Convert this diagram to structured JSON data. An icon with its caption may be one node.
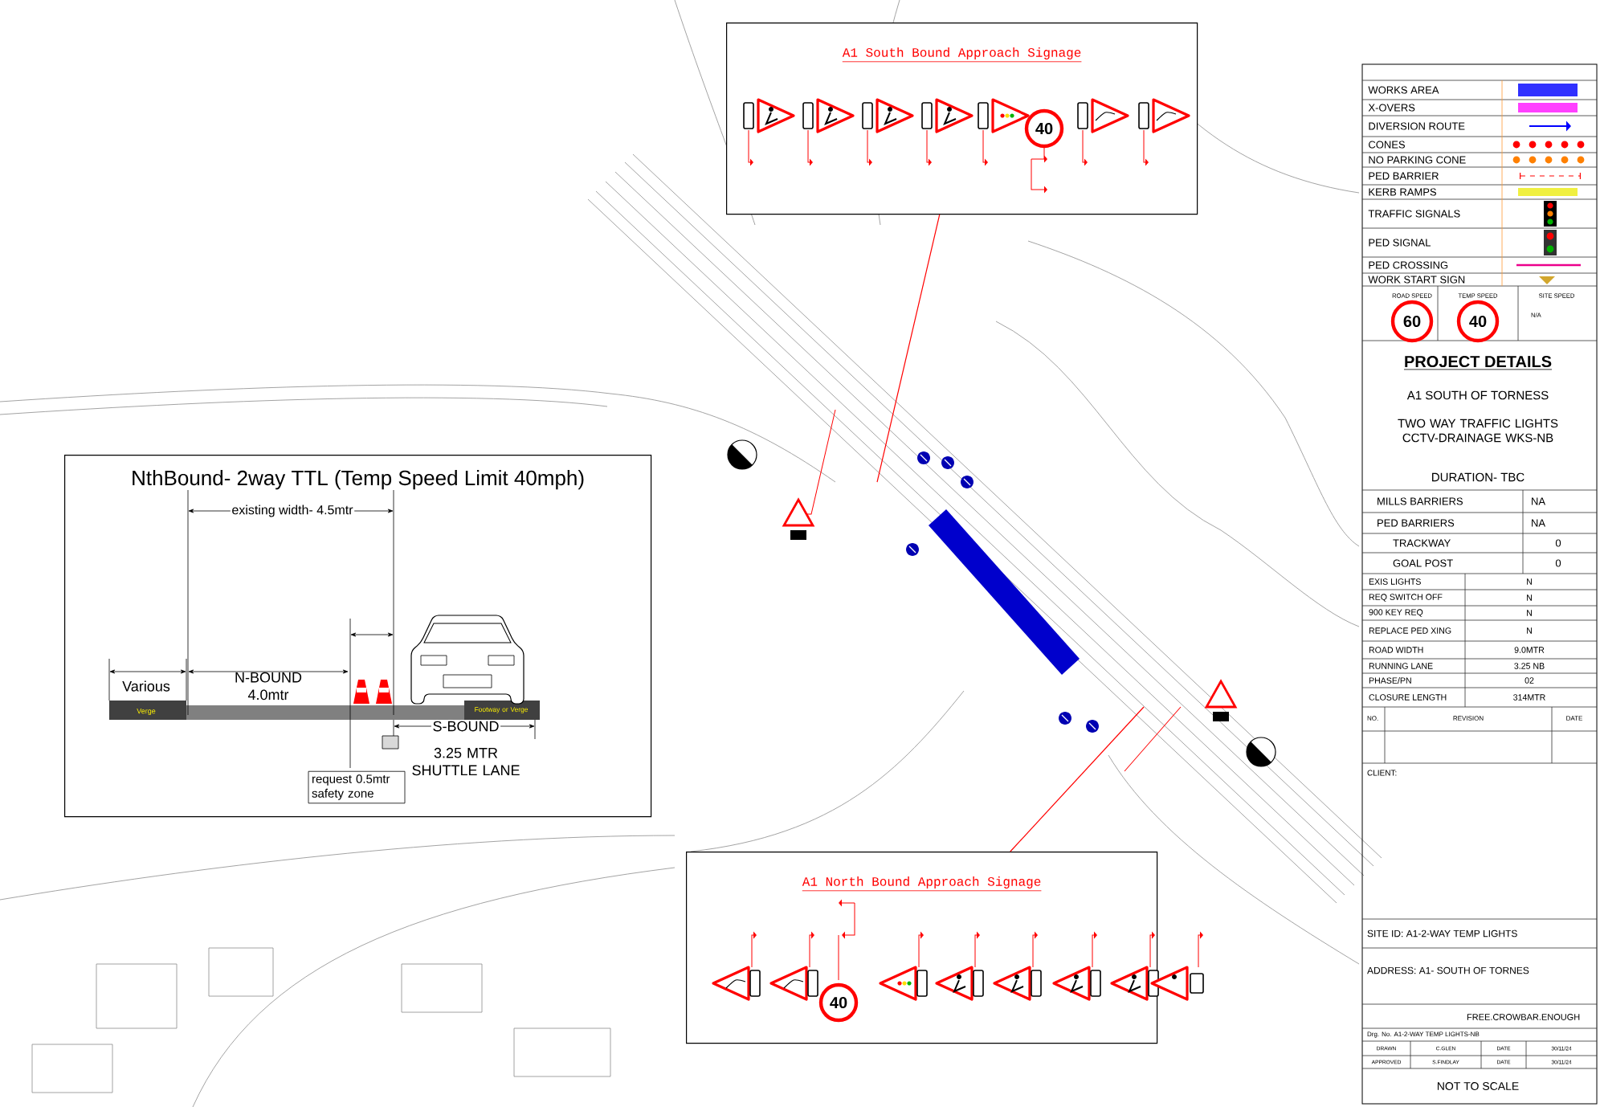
{
  "diagram": {
    "nodes": [
      {
        "text": [
          "NthBound- 2way TTL  (Temp Speed Limit 40mph)"
        ]
      },
      {
        "text": [
          "request 0.5mtr safety zone"
        ],
        "in": 0
      },
      {
        "text": [
          "A1 South Bound Approach Signage"
        ]
      },
      {
        "text": [
          "A1 North Bound Approach Signage"
        ]
      }
    ],
    "edges": [
      {
        "from": 2,
        "to": null,
        "arrow": "none",
        "color": "#ff0000"
      },
      {
        "from": 3,
        "to": null,
        "arrow": "none",
        "color": "#ff0000"
      }
    ],
    "labels": [
      "ROAD SPEED",
      "60",
      "TEMP SPEED",
      "40",
      "SITE SPEED",
      "N/A",
      "PROJECT DETAILS",
      "A1 SOUTH OF TORNESS",
      "TWO WAY TRAFFIC LIGHTS CCTV-DRAINAGE WKS-NB",
      "DURATION- TBC",
      "MILLS BARRIERS",
      "NA",
      "PED BARRIERS",
      "NA",
      "TRACKWAY",
      "0",
      "GOAL POST",
      "0",
      "EXIS LIGHTS",
      "N",
      "REQ SWITCH OFF",
      "N",
      "900 KEY REQ",
      "N",
      "REPLACE PED XING",
      "N",
      "ROAD WIDTH",
      "9.0MTR",
      "RUNNING LANE",
      "3.25 NB",
      "PHASE/PN",
      "02",
      "CLOSURE LENGTH",
      "314MTR",
      "NO.",
      "REVISION",
      "DATE",
      "CLIENT:",
      "SITE ID: A1-2-WAY TEMP LIGHTS",
      "ADDRESS: A1- SOUTH OF TORNES",
      "FREE.CROWBAR.ENOUGH",
      "Drg. No. A1-2-WAY TEMP LIGHTS-NB",
      "DRAWN",
      "C.GLEN",
      "DATE",
      "30/11/24",
      "APPROVED",
      "S.FINDLAY",
      "DATE",
      "30/11/24",
      "NOT TO SCALE",
      "existing width- 4.5mtr",
      "Various",
      "Verge",
      "N-BOUND 4.0mtr",
      "Footway or Verge",
      "S-BOUND",
      "3.25 MTR SHUTTLE LANE",
      "40",
      "40"
    ],
    "legend": [
      {
        "text": "WORKS AREA",
        "color": "#3030ff"
      },
      {
        "text": "X-OVERS",
        "color": "#ff40ff"
      },
      {
        "text": "DIVERSION ROUTE"
      },
      {
        "text": "CONES"
      },
      {
        "text": "NO PARKING CONE"
      },
      {
        "text": "PED BARRIER"
      },
      {
        "text": "KERB RAMPS",
        "color": "#f0f040"
      },
      {
        "text": "TRAFFIC SIGNALS"
      },
      {
        "text": "PED SIGNAL"
      },
      {
        "text": "PED CROSSING"
      },
      {
        "text": "WORK START SIGN"
      }
    ]
  }
}
